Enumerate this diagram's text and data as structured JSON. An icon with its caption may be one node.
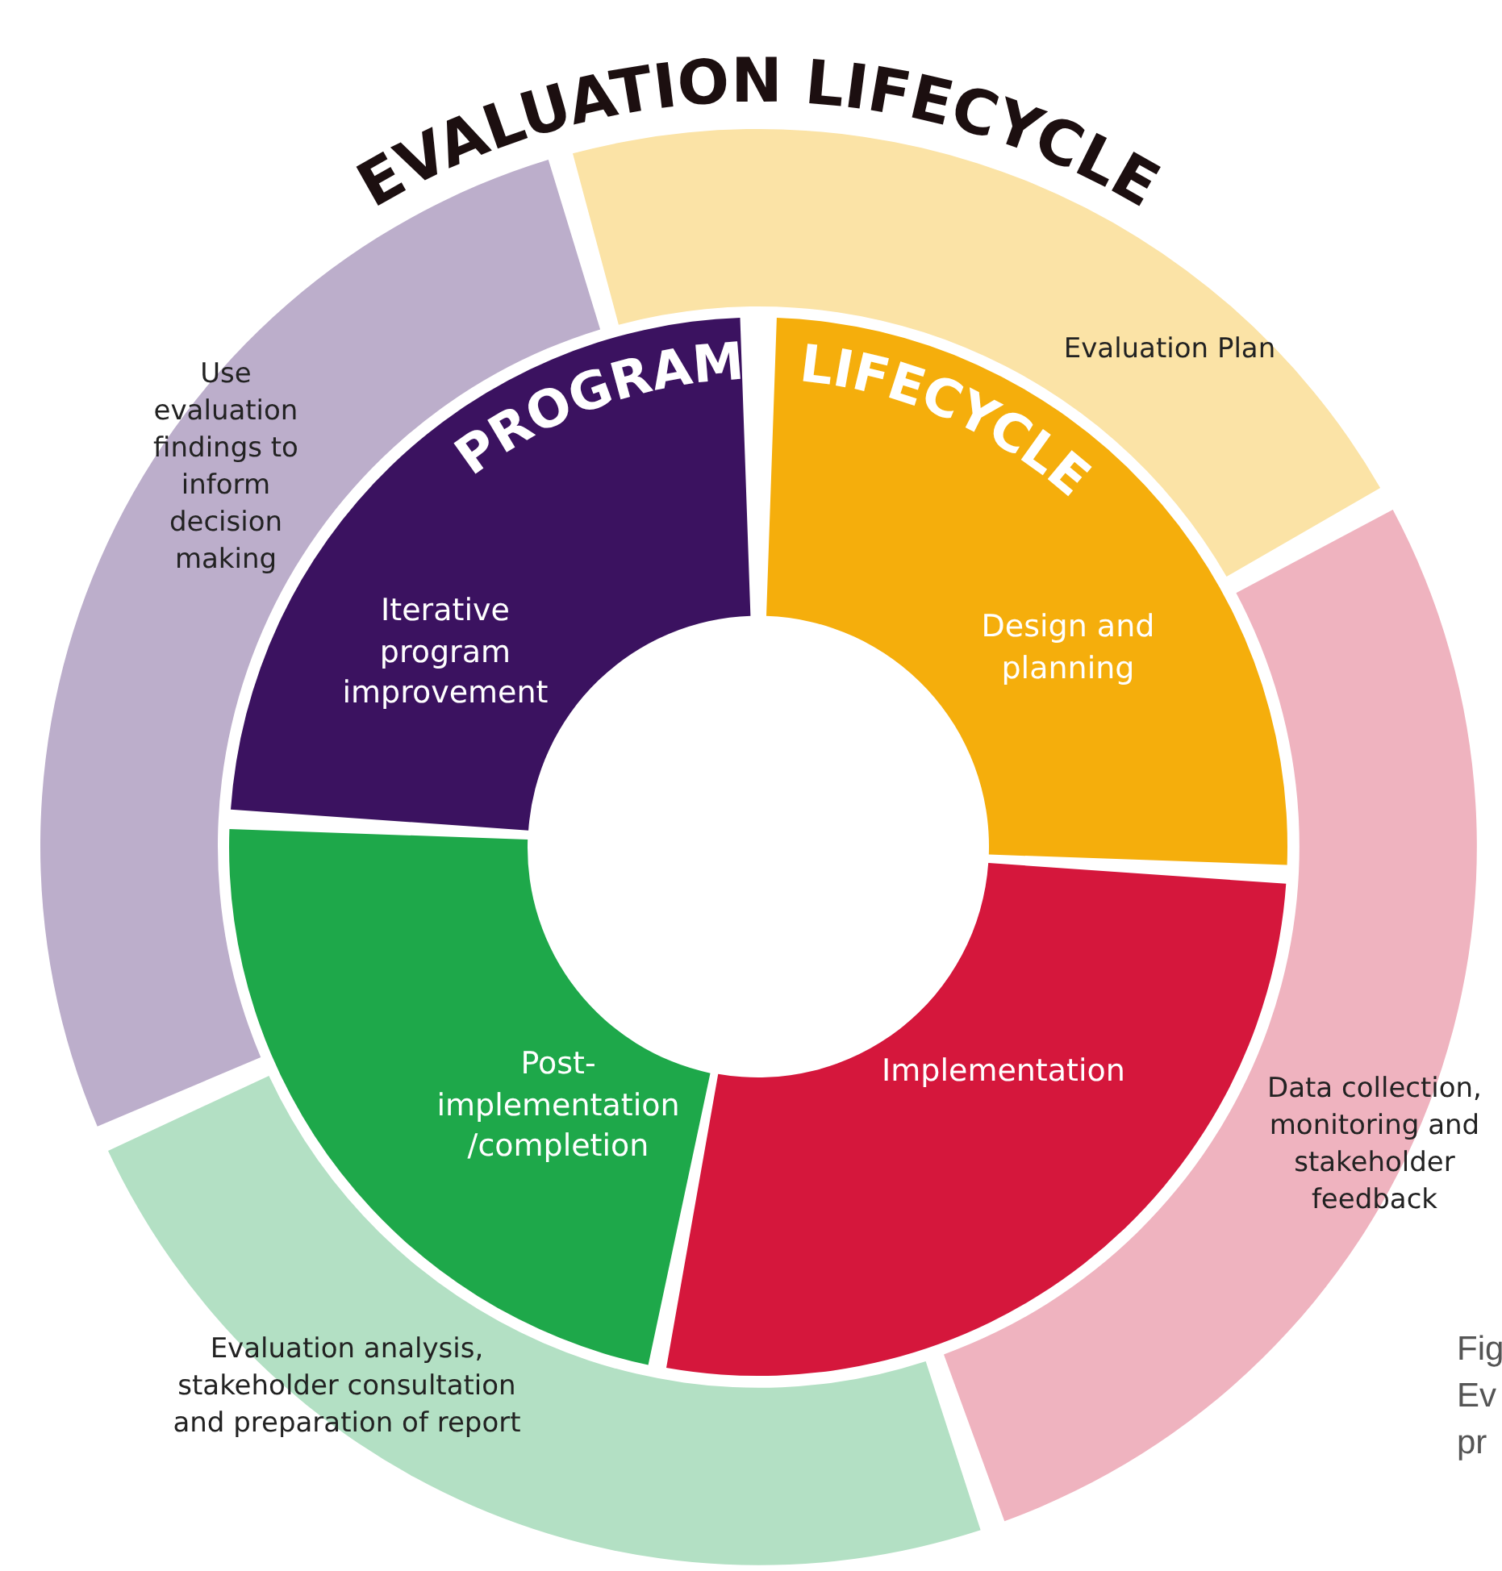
{
  "diagram": {
    "title": "EVALUATION LIFECYCLE",
    "nodes": [
      {
        "text": [
          "Use evaluation findings to inform decision making"
        ]
      },
      {
        "text": [
          "Evaluation Plan"
        ]
      },
      {
        "text": [
          "Iterative program improvement"
        ]
      },
      {
        "text": [
          "Design and planning"
        ]
      },
      {
        "text": [
          "Post- implementation /completion"
        ]
      },
      {
        "text": [
          "Implementation"
        ]
      },
      {
        "text": [
          "Data collection, monitoring and stakeholder feedback"
        ]
      },
      {
        "text": [
          "Evaluation analysis, stakeholder consultation and preparation of report"
        ]
      }
    ],
    "labels": [
      "PROGRAM LIFECYCLE",
      "Fig",
      "Ev",
      "pr"
    ]
  }
}
